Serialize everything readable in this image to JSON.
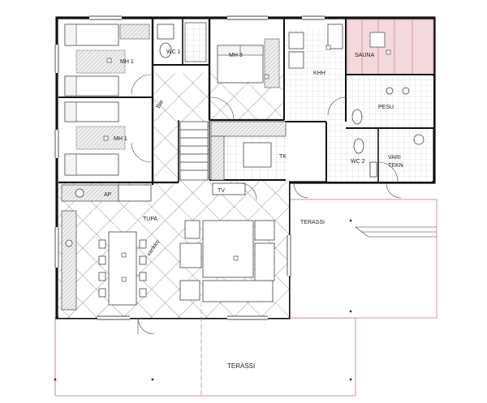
{
  "rooms": {
    "mh1_top": "MH 1",
    "mh1_bottom": "MH 1",
    "wc1": "WC 1",
    "mh3": "MH 3",
    "khh": "KHH",
    "sauna": "SAUNA",
    "pesu": "PESU",
    "tk": "TK",
    "wc2": "WC 2",
    "vari_tekn_1": "VARI",
    "vari_tekn_2": "TEKN",
    "tupa": "TUPA",
    "terassi_east": "TERASSI",
    "terassi_south": "TERASSI",
    "tv": "TV",
    "ap": "AP",
    "small_note": "varikko",
    "side_note": "Bar"
  },
  "colors": {
    "wall": "#1a1a1a",
    "sauna_tint": "#f3d9dc",
    "terrace_line": "#c97c86",
    "tile_grid": "#bdbdbd",
    "hatch": "#cfcfcf"
  }
}
